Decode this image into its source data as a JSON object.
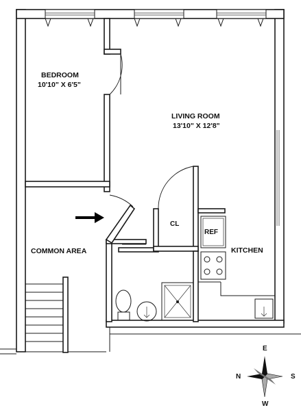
{
  "rooms": {
    "bedroom": {
      "name": "BEDROOM",
      "dims": "10'10\" X 6'5\""
    },
    "living_room": {
      "name": "LIVING ROOM",
      "dims": "13'10\" X 12'8\""
    },
    "common_area": {
      "name": "COMMON AREA"
    },
    "closet": {
      "name": "CL"
    },
    "kitchen": {
      "name": "KITCHEN"
    },
    "refrigerator": {
      "name": "REF"
    }
  },
  "compass": {
    "north": "N",
    "south": "S",
    "east": "E",
    "west": "W"
  },
  "icons": {
    "entry": "arrow-icon",
    "compass": "compass-rose-icon"
  }
}
